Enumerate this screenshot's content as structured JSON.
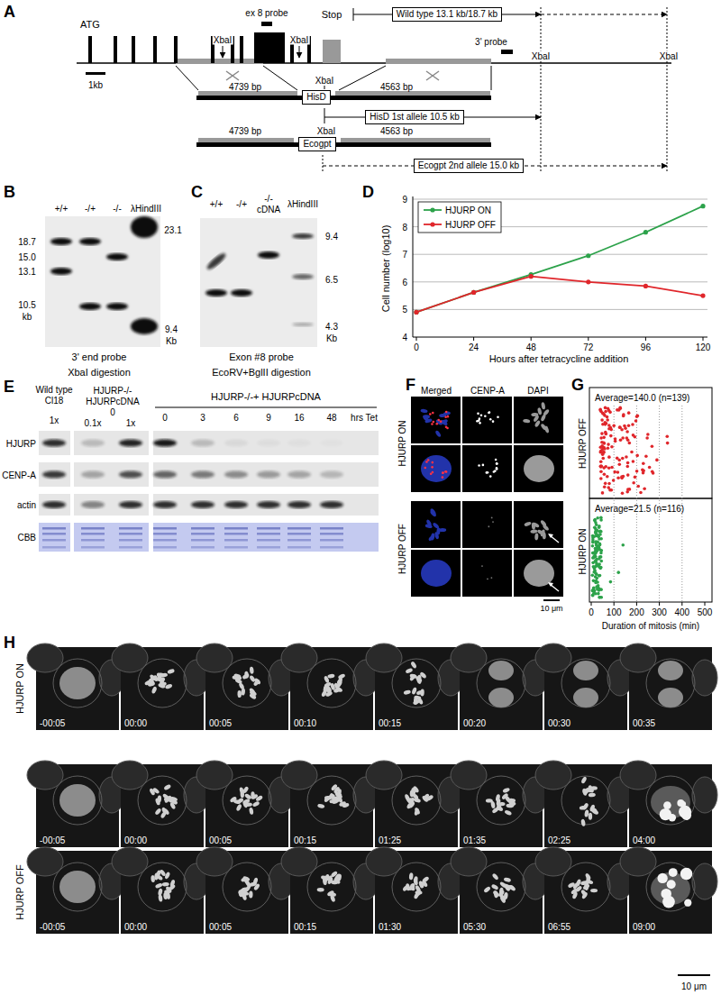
{
  "diagram": {
    "nodes": [
      {
        "text": [
          "Wild type 13.1 kb/18.7 kb"
        ]
      },
      {
        "text": [
          "HisD"
        ]
      },
      {
        "text": [
          "HisD 1st allele 10.5 kb"
        ]
      },
      {
        "text": [
          "Ecogpt"
        ]
      },
      {
        "text": [
          "Ecogpt 2nd allele 15.0 kb"
        ]
      }
    ],
    "labels": [
      "A",
      "ATG",
      "ex 8 probe",
      "XbaI",
      "XbaI",
      "Stop",
      "3' probe",
      "XbaI",
      "XbaI",
      "1kb",
      "XbaI",
      "4739 bp",
      "4563 bp",
      "XbaI",
      "4739 bp",
      "4563 bp",
      "B",
      "+/+",
      "-/+",
      "-/-",
      "λHindIII",
      "18.7",
      "15.0",
      "13.1",
      "10.5",
      "kb",
      "23.1",
      "9.4",
      "Kb",
      "3' end probe",
      "XbaI digestion",
      "C",
      "+/+",
      "-/+",
      "-/-",
      "cDNA",
      "λHindIII",
      "9.4",
      "6.5",
      "4.3",
      "Kb",
      "Exon #8 probe",
      "EcoRV+BglII digestion",
      "D",
      "9",
      "8",
      "7",
      "6",
      "5",
      "4",
      "0",
      "24",
      "48",
      "72",
      "96",
      "120",
      "Hours after tetracycline addition",
      "Cell number (log10)",
      "E",
      "Wild type",
      "Cl18",
      "HJURP-/-",
      "HJURPcDNA",
      "1x",
      "0",
      "0.1x",
      "1x",
      "HJURP-/-+ HJURPcDNA",
      "0",
      "3",
      "6",
      "9",
      "16",
      "48",
      "hrs Tet",
      "HJURP",
      "CENP-A",
      "actin",
      "CBB",
      "F",
      "Merged",
      "CENP-A",
      "DAPI",
      "HJURP ON",
      "HJURP OFF",
      "10 μm",
      "G",
      "HJURP OFF",
      "HJURP ON",
      "Average=140.0 (n=139)",
      "Average=21.5 (n=116)",
      "0",
      "100",
      "200",
      "300",
      "400",
      "500",
      "Duration of mitosis (min)",
      "H",
      "HJURP ON",
      "HJURP OFF",
      "-00:05",
      "00:00",
      "00:05",
      "00:10",
      "00:15",
      "00:20",
      "00:30",
      "00:35",
      "-00:05",
      "00:00",
      "00:05",
      "00:15",
      "01:25",
      "01:35",
      "02:25",
      "04:00",
      "-00:05",
      "00:00",
      "00:05",
      "00:15",
      "01:30",
      "05:30",
      "06:55",
      "09:00",
      "10 μm"
    ],
    "legend": [
      {
        "text": "HJURP ON"
      },
      {
        "text": "HJURP OFF"
      }
    ]
  }
}
